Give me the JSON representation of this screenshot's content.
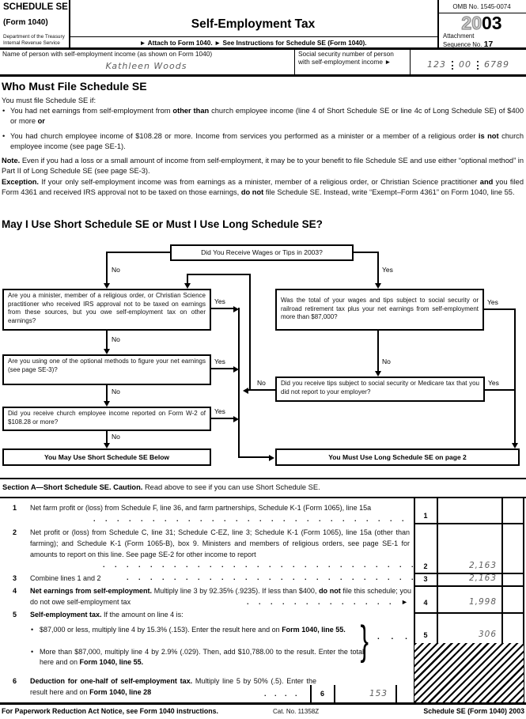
{
  "header": {
    "schedule": "SCHEDULE SE",
    "form": "(Form 1040)",
    "dept1": "Department of the Treasury",
    "dept2": "Internal Revenue Service",
    "title": "Self-Employment Tax",
    "attach": "► Attach to Form 1040.   ► See Instructions for Schedule SE (Form 1040).",
    "omb": "OMB No. 1545-0074",
    "year20": "20",
    "year03": "03",
    "attachment": "Attachment",
    "seq_label": "Sequence No. ",
    "seq_no": "17",
    "name_label": "Name of person with self-employment income (as shown on Form 1040)",
    "name_value": "Kathleen Woods",
    "ssn_label1": "Social security number of person",
    "ssn_label2": "with self-employment income ►",
    "ssn1": "123",
    "ssn2": "00",
    "ssn3": "6789"
  },
  "who": {
    "heading": "Who Must File Schedule SE",
    "intro": "You must file Schedule SE if:",
    "b1_t1": "You had net earnings from self-employment from ",
    "b1_b1": "other than",
    "b1_t2": " church employee income (line 4 of Short Schedule SE or line 4c of Long Schedule SE) of $400 or more ",
    "b1_b2": "or",
    "b2_t1": "You had church employee income of $108.28 or more. Income from services you performed as a minister or a member of a religious order ",
    "b2_b1": "is not",
    "b2_t2": " church employee income (see page SE-1).",
    "note_b": "Note.",
    "note_t": " Even if you had a loss or a small amount of income from self-employment, it may be to your benefit to file Schedule SE and use either “optional method” in Part II of Long Schedule SE (see page SE-3).",
    "exc_b": "Exception.",
    "exc_t1": " If your only self-employment income was from earnings as a minister, member of a religious order, or Christian Science practitioner ",
    "exc_b1": "and",
    "exc_t2": " you filed Form 4361 and received IRS approval not to be taxed on those earnings, ",
    "exc_b2": "do not",
    "exc_t3": " file Schedule SE. Instead, write “Exempt–Form 4361” on Form 1040, line 55."
  },
  "flow": {
    "heading": "May I Use Short Schedule SE or Must I Use Long Schedule SE?",
    "top": "Did You Receive Wages or Tips in 2003?",
    "l1": "Are you a minister, member of a religious order, or Christian Science practitioner who received IRS approval not to be taxed on earnings from these sources, but you owe self-employment tax on other earnings?",
    "l2": "Are you using one of the optional methods to figure your net earnings (see page SE-3)?",
    "l3": "Did you receive church employee income reported on Form W-2 of $108.28 or more?",
    "l4": "You May Use Short Schedule SE Below",
    "r1": "Was the total of your wages and tips subject to social security or railroad retirement tax plus your net earnings from self-employment more than $87,000?",
    "r2": "Did you receive tips subject to social security or Medicare tax that you did not report to your employer?",
    "r3": "You Must Use Long Schedule SE on page 2",
    "yes": "Yes",
    "no": "No"
  },
  "sectionA": {
    "head_b": "Section A—Short Schedule SE. Caution.",
    "head_t": " Read above to see if you can use Short Schedule SE.",
    "n1": "1",
    "n2": "2",
    "n3": "3",
    "n4": "4",
    "n5": "5",
    "n6": "6",
    "v1": "",
    "v2": "2,163",
    "v3": "2,163",
    "v4": "1,998",
    "v5": "306",
    "v6": "153",
    "l1_t": "Net farm profit or (loss) from Schedule F, line 36, and farm partnerships, Schedule K-1 (Form 1065), line 15a",
    "l1_dots": ". . . . . . . . . . . . . . . . . . . . . . . . . . . .",
    "l2_t": "Net profit or (loss) from Schedule C, line 31; Schedule C-EZ, line 3; Schedule K-1 (Form 1065), line 15a (other than farming); and Schedule K-1 (Form 1065-B), box 9. Ministers and members of religious orders, see page SE-1 for amounts to report on this line. See page SE-2 for other income to report",
    "l2_dots": ". . . . . . . . . . . . . . . . . . . . . . . . . . .",
    "l3_t": "Combine lines 1 and 2",
    "l3_dots": ". . . . . . . . . . . . . . . . . . . . . . . . .",
    "l4_b1": "Net earnings from self-employment.",
    "l4_t1": " Multiply line 3 by 92.35% (.9235). If less than $400,",
    "l4_b2": "do not",
    "l4_t2": " file this schedule; you do not owe self-employment tax",
    "l4_dots": ". . . . . . . . . . . . .",
    "l4_arrow": "►",
    "l5_b1": "Self-employment tax.",
    "l5_t1": " If the amount on line 4 is:",
    "l5_bul1_t1": "$87,000 or less, multiply line 4 by 15.3% (.153). Enter the result here and on ",
    "l5_bul1_b1": "Form 1040, line 55.",
    "l5_bul2_t1": "More than $87,000, multiply line 4 by 2.9% (.029). Then, add $10,788.00 to the result. Enter the total here and on ",
    "l5_bul2_b1": "Form 1040, line 55.",
    "l5_brace": "}",
    "l5_dots": ". . .",
    "l6_b1": "Deduction for one-half of self-employment tax.",
    "l6_t1": " Multiply line 5 by 50% (.5). Enter the result here and on ",
    "l6_b2": "Form 1040, line 28",
    "l6_dots": ". . . ."
  },
  "footer": {
    "left": "For Paperwork Reduction Act Notice, see Form 1040 instructions.",
    "cat": "Cat. No. 11358Z",
    "right": "Schedule SE (Form 1040) 2003"
  }
}
